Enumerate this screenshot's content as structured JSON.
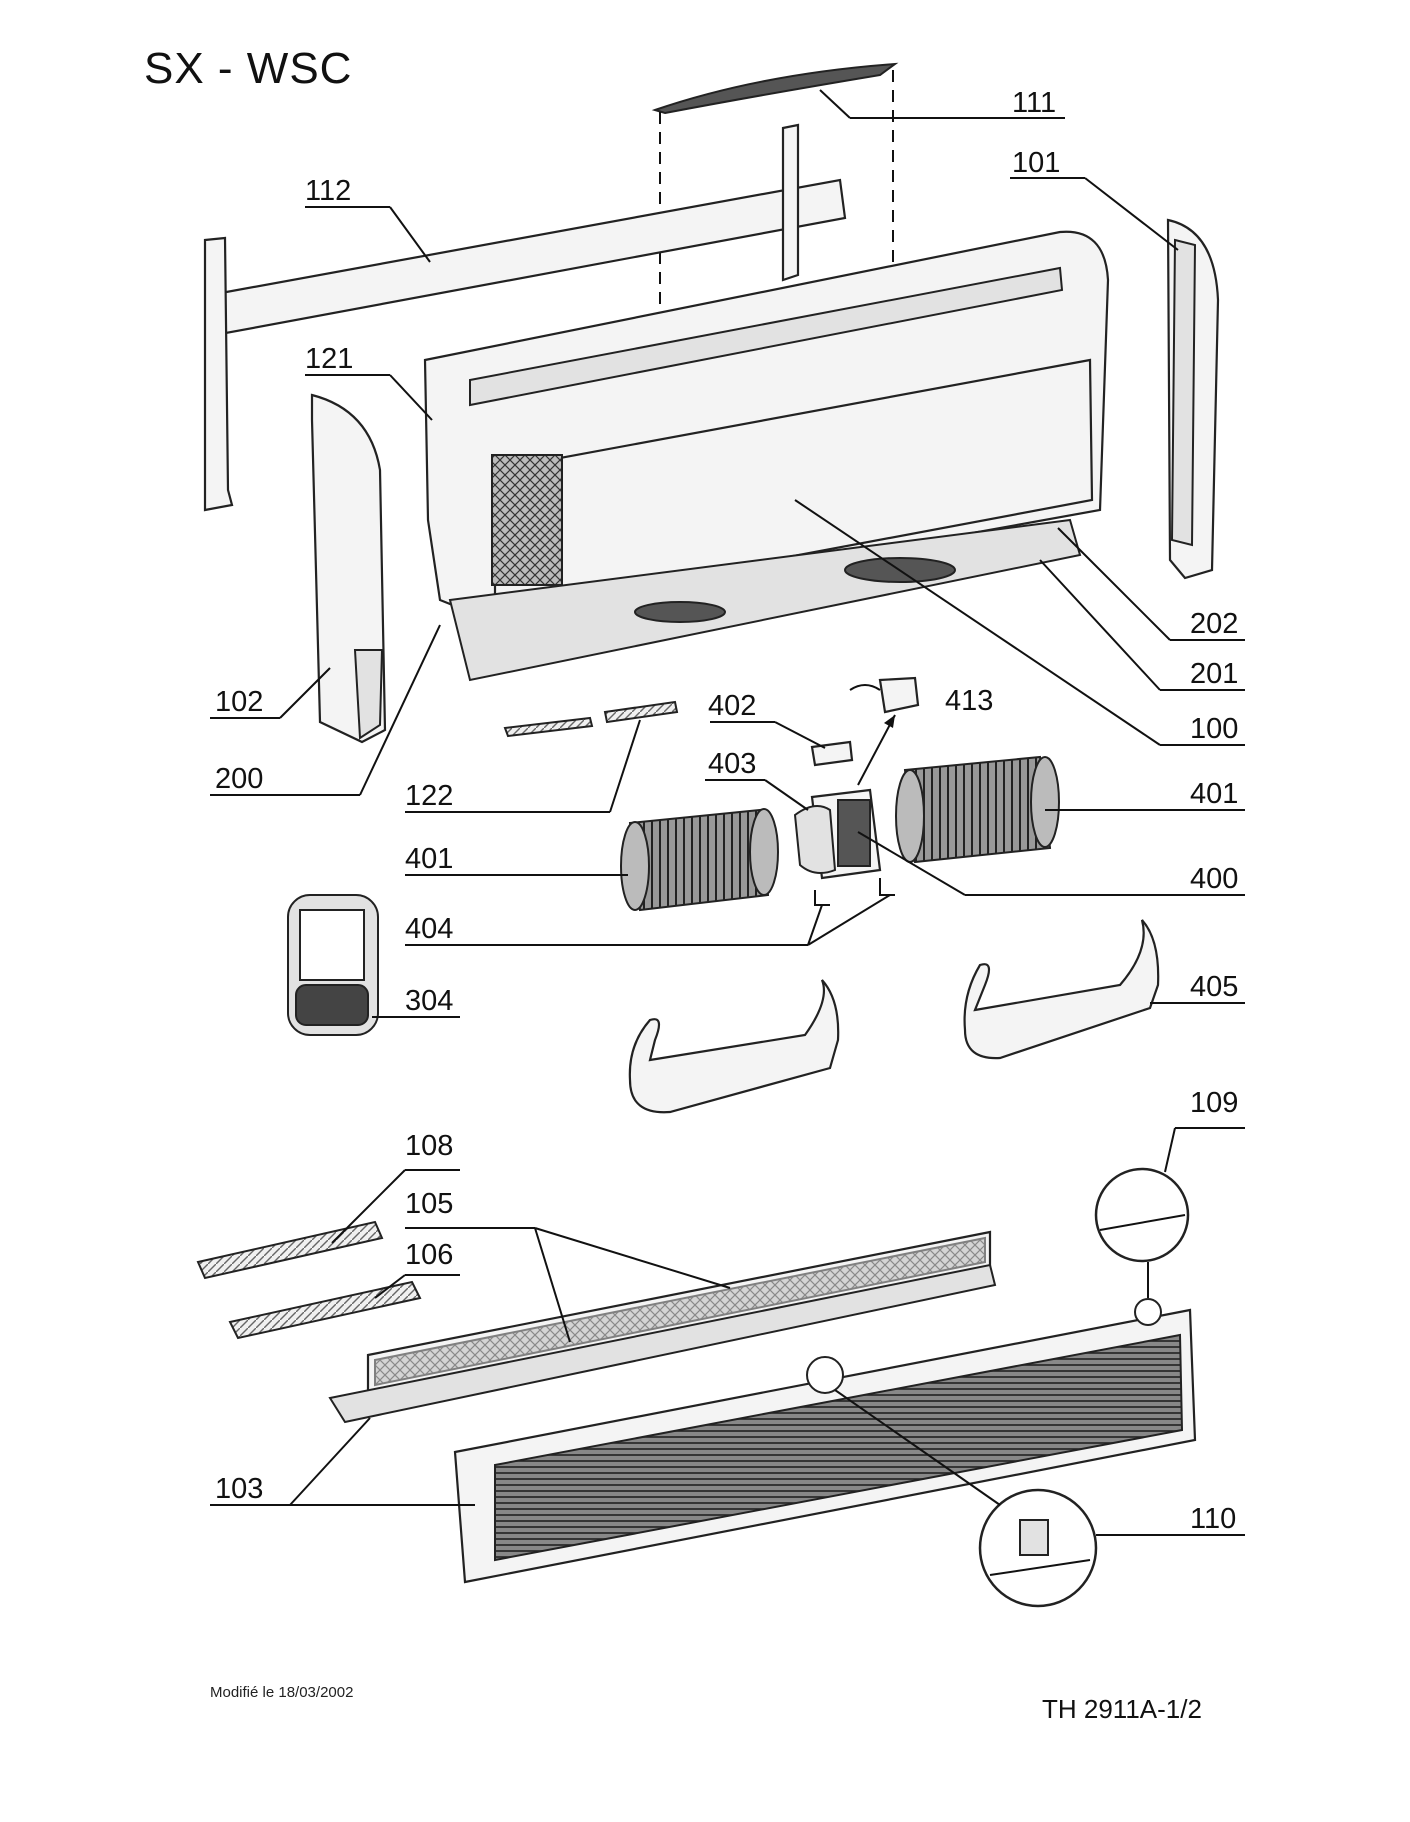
{
  "title": "SX - WSC",
  "footer_left": "Modifié le 18/03/2002",
  "footer_right": "TH 2911A-1/2",
  "labels": [
    "111",
    "101",
    "112",
    "121",
    "202",
    "201",
    "100",
    "102",
    "200",
    "402",
    "413",
    "403",
    "122",
    "401",
    "401",
    "400",
    "404",
    "304",
    "405",
    "109",
    "108",
    "105",
    "106",
    "103",
    "110"
  ]
}
